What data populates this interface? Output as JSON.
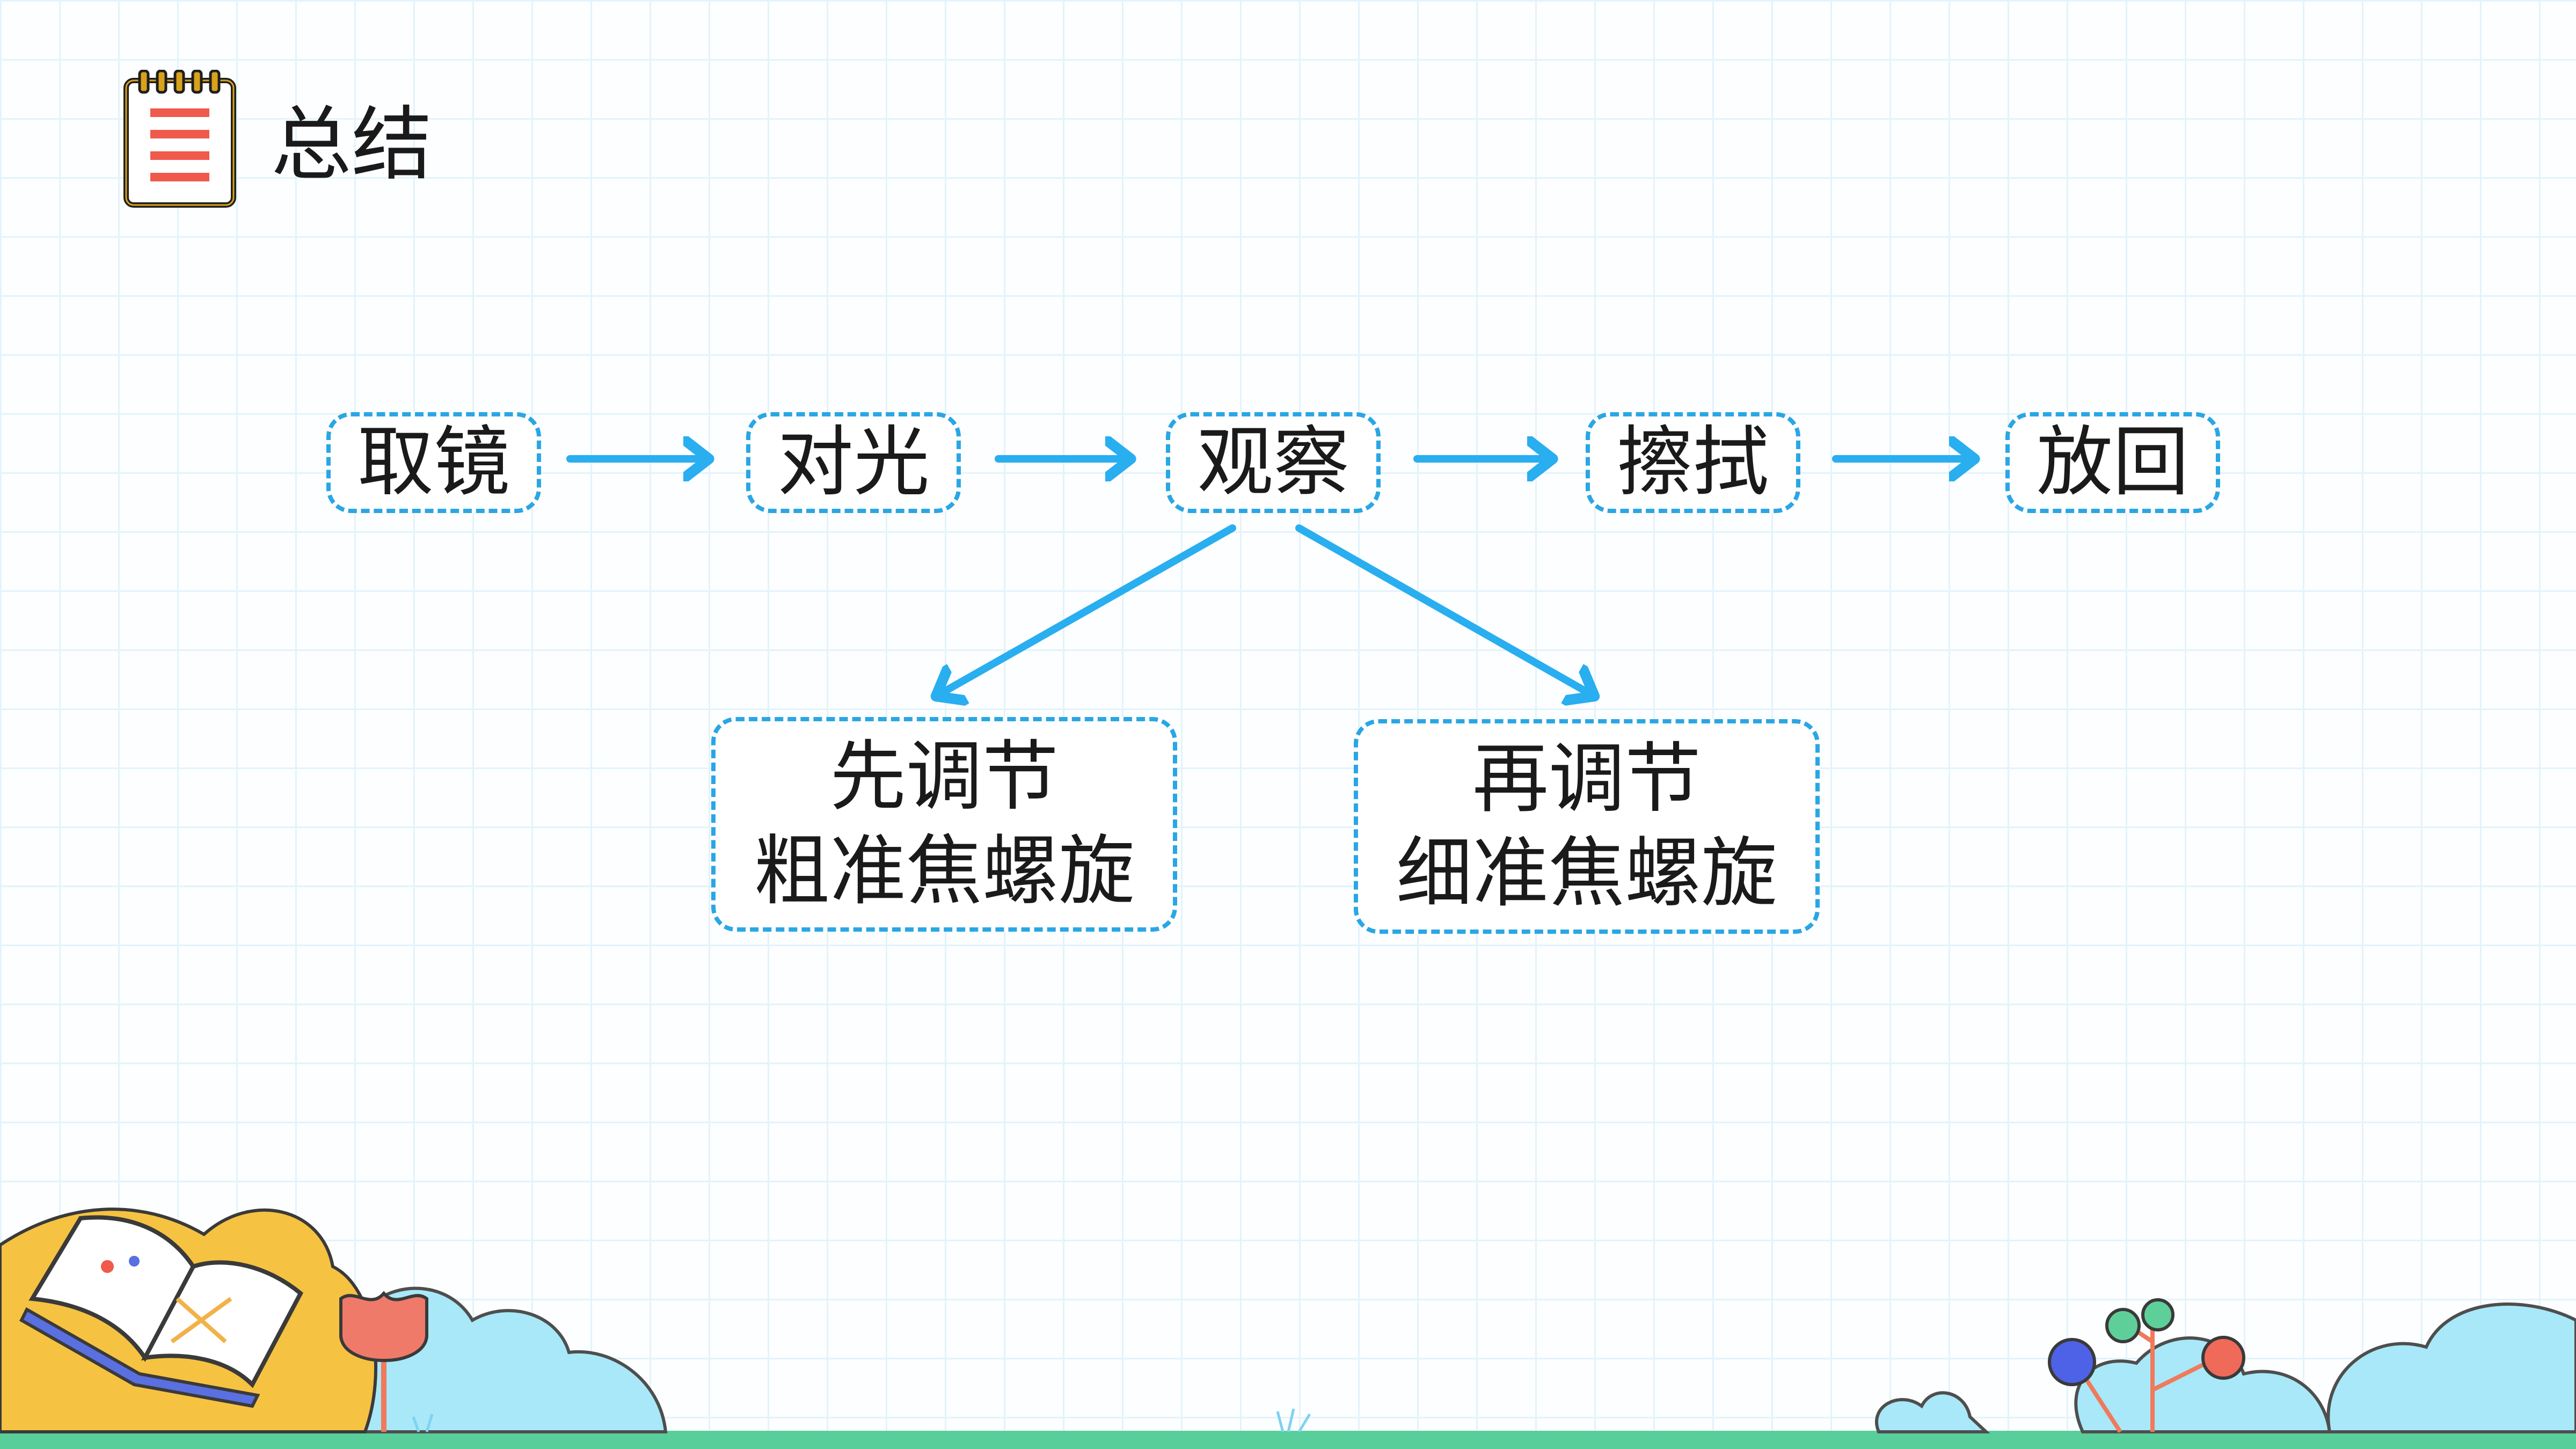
{
  "header": {
    "title": "总结",
    "icon": "notepad-icon"
  },
  "diagram": {
    "steps": [
      "取镜",
      "对光",
      "观察",
      "擦拭",
      "放回"
    ],
    "branch_coarse": {
      "line1": "先调节",
      "line2": "粗准焦螺旋"
    },
    "branch_fine": {
      "line1": "再调节",
      "line2": "细准焦螺旋"
    }
  },
  "colors": {
    "accent": "#2aa6e4",
    "arrow": "#29aef0",
    "icon_red": "#ef5a4c",
    "icon_gold": "#d9a21b",
    "cloud": "#a8e8f8",
    "grass": "#58cf9b"
  },
  "decorations": [
    "open-book-icon",
    "tulip-icon",
    "lollipop-tree-icon",
    "cloud-shape"
  ]
}
